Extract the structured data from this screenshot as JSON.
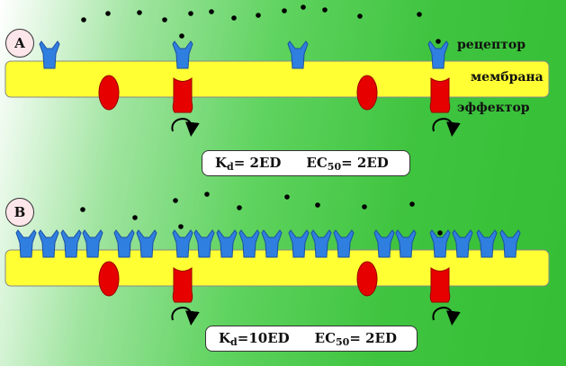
{
  "panels": [
    {
      "id": "A",
      "label": "А",
      "kd_symbol": "K",
      "kd_sub": "d",
      "kd_value": "= 2ED",
      "ec_symbol": "EC",
      "ec_sub": "50",
      "ec_value": "= 2ED"
    },
    {
      "id": "B",
      "label": "В",
      "kd_symbol": "K",
      "kd_sub": "d",
      "kd_value": "=10ED",
      "ec_symbol": "EC",
      "ec_sub": "50",
      "ec_value": "= 2ED"
    }
  ],
  "labels": {
    "receptor": "рецептор",
    "membrane": "мембрана",
    "effector": "эффектор"
  },
  "colors": {
    "membrane": "#ffff33",
    "receptor": "#2f7fe0",
    "effector": "#e60000",
    "ligand": "#000000"
  }
}
